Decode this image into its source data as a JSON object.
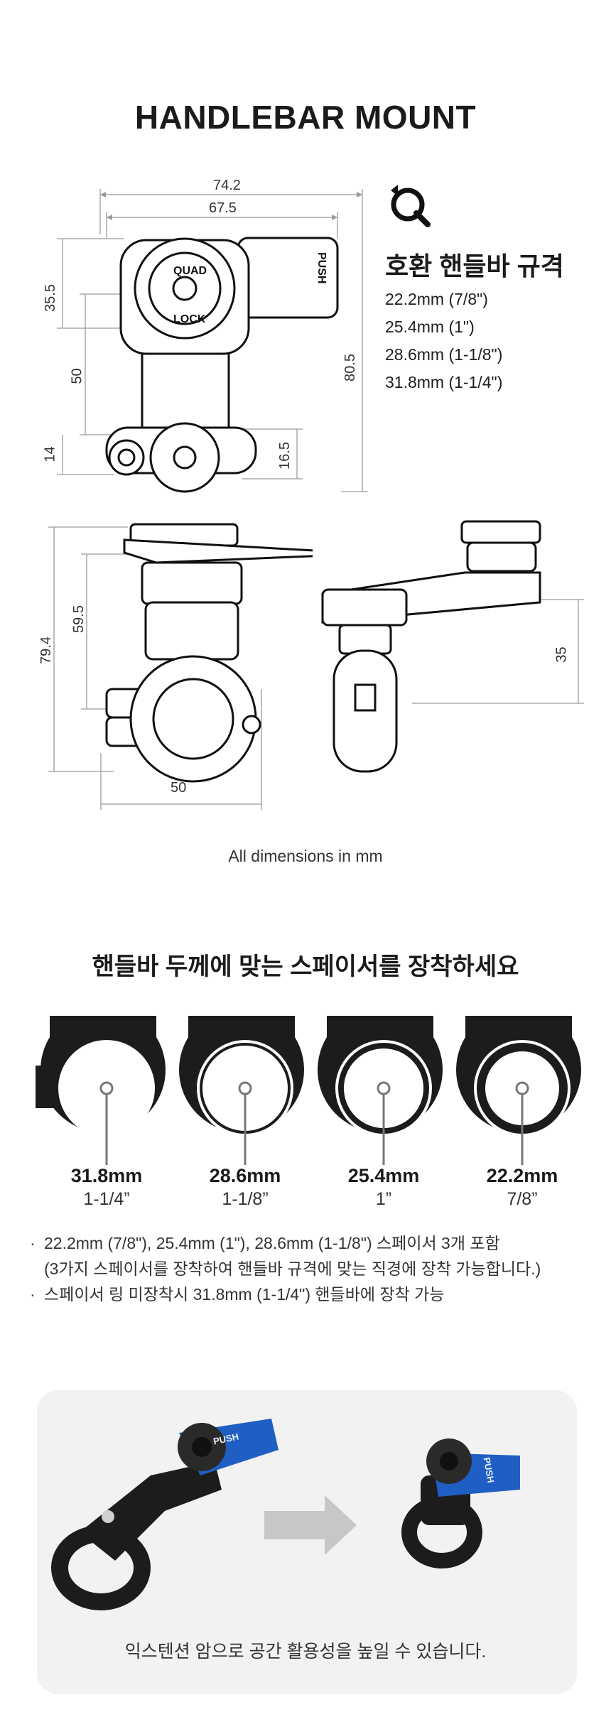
{
  "title": "HANDLEBAR MOUNT",
  "dimensions": {
    "top_width_outer": "74.2",
    "top_width_inner": "67.5",
    "left_upper": "35.5",
    "left_middle": "50",
    "left_lower": "14",
    "right_total": "80.5",
    "right_lower": "16.5",
    "front_total": "79.4",
    "front_upper": "59.5",
    "front_width": "50",
    "side_height": "35"
  },
  "head_labels": {
    "quad": "QUAD",
    "lock": "LOCK",
    "push": "PUSH"
  },
  "spec": {
    "title": "호환 핸들바 규격",
    "items": [
      "22.2mm (7/8\")",
      "25.4mm (1\")",
      "28.6mm (1-1/8\")",
      "31.8mm (1-1/4\")"
    ]
  },
  "note": "All dimensions in mm",
  "spacer_section": {
    "title": "핸들바 두께에 맞는 스페이서를 장착하세요",
    "spacers": [
      {
        "size": "31.8mm",
        "inch": "1-1/4”"
      },
      {
        "size": "28.6mm",
        "inch": "1-1/8”"
      },
      {
        "size": "25.4mm",
        "inch": "1”"
      },
      {
        "size": "22.2mm",
        "inch": "7/8”"
      }
    ],
    "bullets": [
      "22.2mm (7/8\"), 25.4mm (1\"), 28.6mm (1-1/8\") 스페이서 3개 포함",
      "(3가지 스페이서를 장착하여 핸들바 규격에 맞는 직경에 장착 가능합니다.)",
      "스페이서 링 미장착시 31.8mm (1-1/4\") 핸들바에 장착 가능"
    ]
  },
  "extension": {
    "caption": "익스텐션 암으로 공간 활용성을 높일 수 있습니다.",
    "push_label": "PUSH"
  },
  "colors": {
    "accent_blue": "#1f5fc4",
    "mount_black": "#1c1c1c",
    "panel_bg": "#f2f2f2"
  }
}
